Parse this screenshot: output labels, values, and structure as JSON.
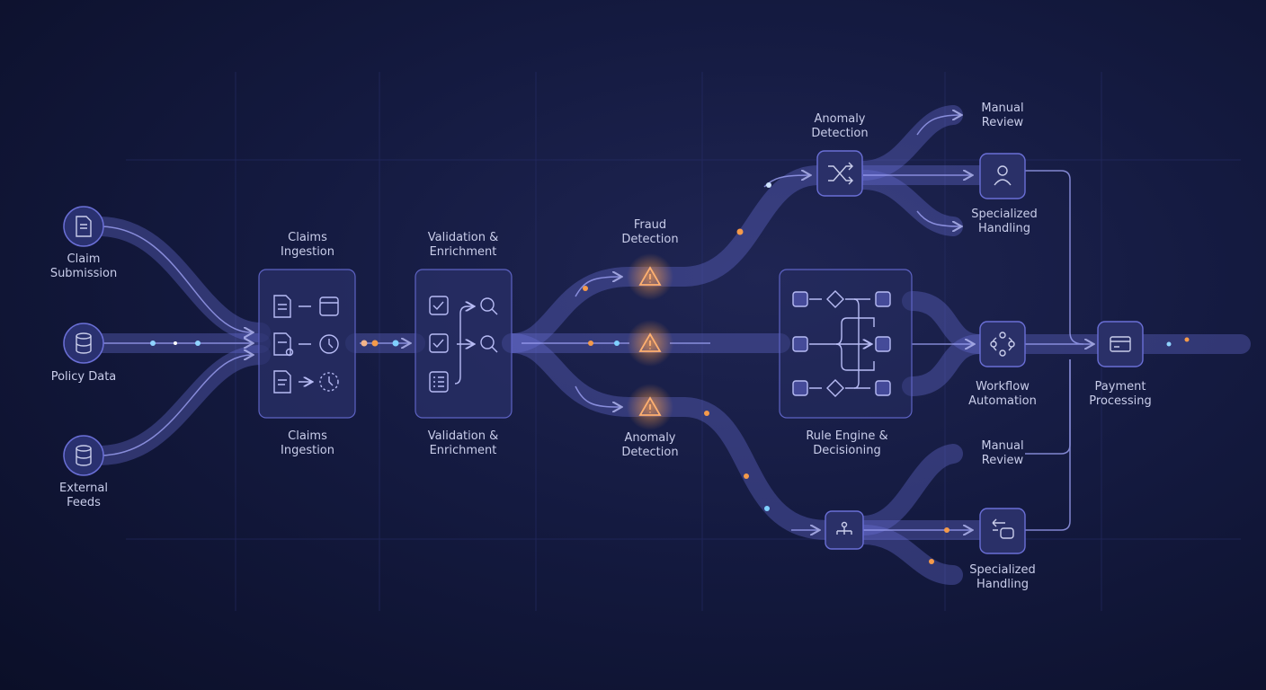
{
  "sources": [
    {
      "label": "Claim\nSubmission",
      "icon": "document-icon"
    },
    {
      "label": "Policy Data",
      "icon": "database-icon"
    },
    {
      "label": "External\nFeeds",
      "icon": "database-icon"
    }
  ],
  "ingestion": {
    "label_top": "Claims\nIngestion",
    "label_bottom": "Claims\nIngestion"
  },
  "validation": {
    "label_top": "Validation &\nEnrichment",
    "label_bottom": "Validation &\nEnrichment"
  },
  "fraud": {
    "label": "Fraud\nDetection",
    "icon": "warning-icon"
  },
  "anomaly_lower": {
    "label": "Anomaly\nDetection",
    "icon": "warning-icon"
  },
  "anomaly_upper": {
    "label": "Anomaly\nDetection",
    "icon": "shuffle-icon"
  },
  "rule_engine": {
    "label": "Rule Engine &\nDecisioning"
  },
  "upper_manual": {
    "label": "Manual\nReview"
  },
  "upper_specialized": {
    "label": "Specialized\nHandling",
    "icon": "user-icon"
  },
  "workflow": {
    "label": "Workflow\nAutomation",
    "icon": "workflow-icon"
  },
  "payment": {
    "label": "Payment\nProcessing",
    "icon": "credit-card-icon"
  },
  "lower_manual": {
    "label": "Manual\nReview"
  },
  "lower_specialized": {
    "label": "Specialized\nHandling",
    "icon": "return-icon"
  },
  "colors": {
    "background": "#141a40",
    "flow": "#7b7fe0",
    "accent_orange": "#f59a4a",
    "text": "#c9cdea"
  }
}
